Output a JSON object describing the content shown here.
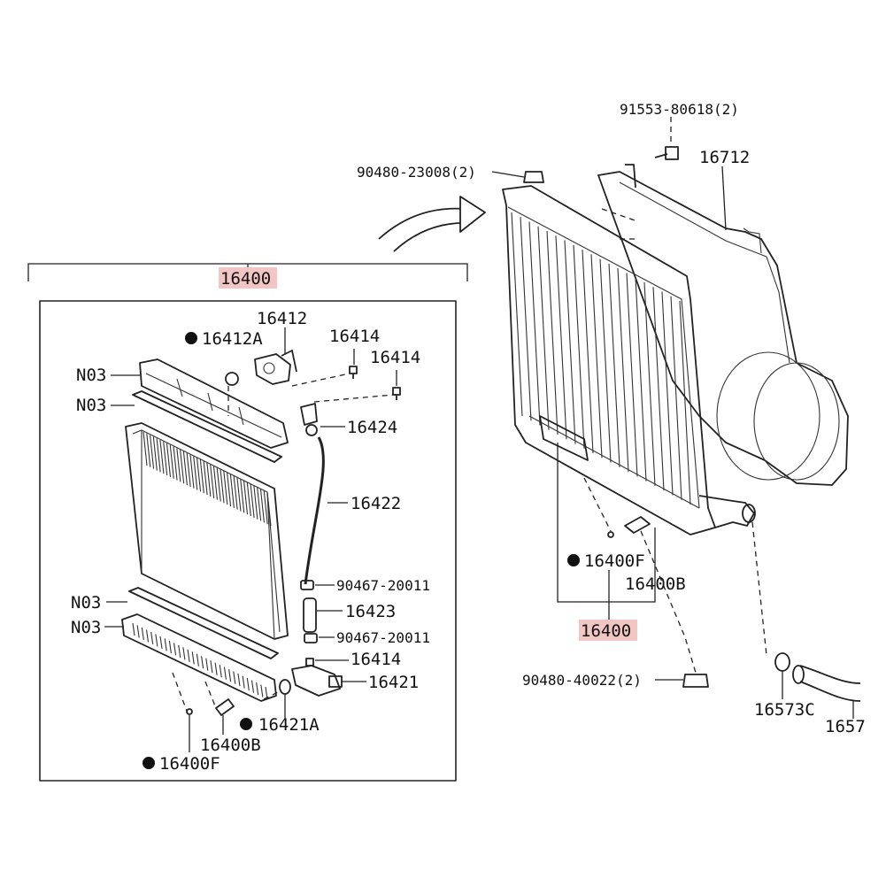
{
  "labels": {
    "assembly_left": "16400",
    "assembly_right": "16400",
    "p16412A": "16412A",
    "p16412": "16412",
    "p16414_a": "16414",
    "p16414_b": "16414",
    "p16414_c": "16414",
    "n03_a": "N03",
    "n03_b": "N03",
    "n03_c": "N03",
    "n03_d": "N03",
    "p16424": "16424",
    "p16422": "16422",
    "p90467_a": "90467-20011",
    "p16423": "16423",
    "p90467_b": "90467-20011",
    "p16421": "16421",
    "p16421A": "16421A",
    "p16400B_left": "16400B",
    "p16400F_left": "16400F",
    "p91553": "91553-80618(2)",
    "p90480_top": "90480-23008(2)",
    "p16712": "16712",
    "p16400F_right": "16400F",
    "p16400B_right": "16400B",
    "p90480_bottom": "90480-40022(2)",
    "p16573C": "16573C",
    "p1657": "1657"
  },
  "colors": {
    "highlight": "#f3c6c6",
    "line": "#222222"
  }
}
